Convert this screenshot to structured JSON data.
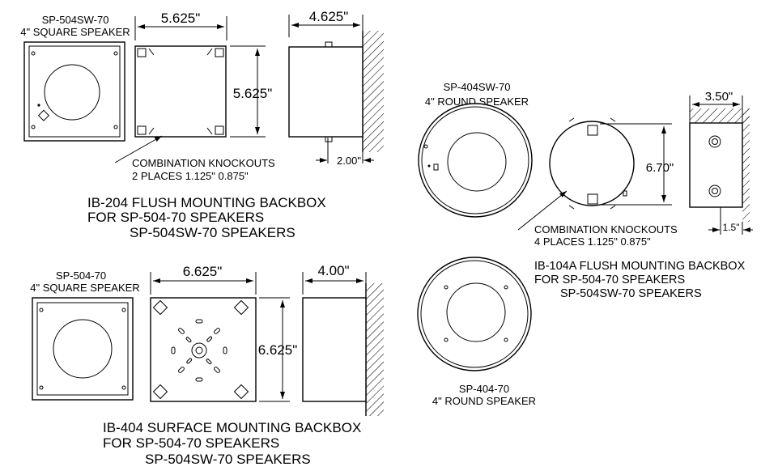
{
  "labels": {
    "sp504sw_model": "SP-504SW-70",
    "sp504sw_desc": "4\" SQUARE SPEAKER",
    "sp504_model": "SP-504-70",
    "sp504_desc": "4\" SQUARE SPEAKER",
    "sp404sw_model": "SP-404SW-70",
    "sp404sw_desc": "4\" ROUND SPEAKER",
    "sp404_model": "SP-404-70",
    "sp404_desc": "4\" ROUND SPEAKER"
  },
  "dimensions": {
    "ib204_width": "5.625\"",
    "ib204_depth": "4.625\"",
    "ib204_height": "5.625\"",
    "ib204_flange": "2.00\"",
    "ib404_width": "6.625\"",
    "ib404_depth": "4.00\"",
    "ib404_height": "6.625\"",
    "ib104a_diameter": "6.70\"",
    "ib104a_depth": "3.50\"",
    "ib104a_flange": "1.5\""
  },
  "notes": {
    "ib204_knockouts_line1": "COMBINATION KNOCKOUTS",
    "ib204_knockouts_line2": "2  PLACES   1.125\"   0.875\"",
    "ib104a_knockouts_line1": "COMBINATION KNOCKOUTS",
    "ib104a_knockouts_line2": "4  PLACES   1.125\"   0.875\""
  },
  "titles": {
    "ib204_line1": "IB-204 FLUSH MOUNTING BACKBOX",
    "ib204_line2": "FOR SP-504-70 SPEAKERS",
    "ib204_line3": "SP-504SW-70 SPEAKERS",
    "ib404_line1": "IB-404 SURFACE MOUNTING BACKBOX",
    "ib404_line2": "FOR SP-504-70 SPEAKERS",
    "ib404_line3": "SP-504SW-70 SPEAKERS",
    "ib104a_line1": "IB-104A FLUSH MOUNTING BACKBOX",
    "ib104a_line2": "FOR SP-504-70 SPEAKERS",
    "ib104a_line3": "SP-504SW-70 SPEAKERS"
  }
}
